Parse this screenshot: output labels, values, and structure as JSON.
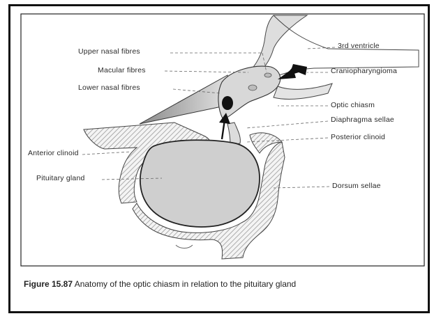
{
  "labels": {
    "upper_nasal_fibres": "Upper nasal fibres",
    "macular_fibres": "Macular fibres",
    "lower_nasal_fibres": "Lower nasal fibres",
    "anterior_clinoid": "Anterior clinoid",
    "pituitary_gland": "Pituitary gland",
    "third_ventricle": "3rd ventricle",
    "craniopharyngioma": "Craniopharyngioma",
    "optic_chiasm": "Optic chiasm",
    "diaphragma_sellae": "Diaphragma sellae",
    "posterior_clinoid": "Posterior clinoid",
    "dorsum_sellae": "Dorsum sellae"
  },
  "caption": {
    "figure_number": "Figure 15.87",
    "text": " Anatomy of the optic chiasm in relation to the pituitary gland"
  },
  "colors": {
    "frame": "#111111",
    "tissue_fill": "#cfcfcf",
    "bone_hatch": "#9a9a9a",
    "arrow": "#111111"
  }
}
